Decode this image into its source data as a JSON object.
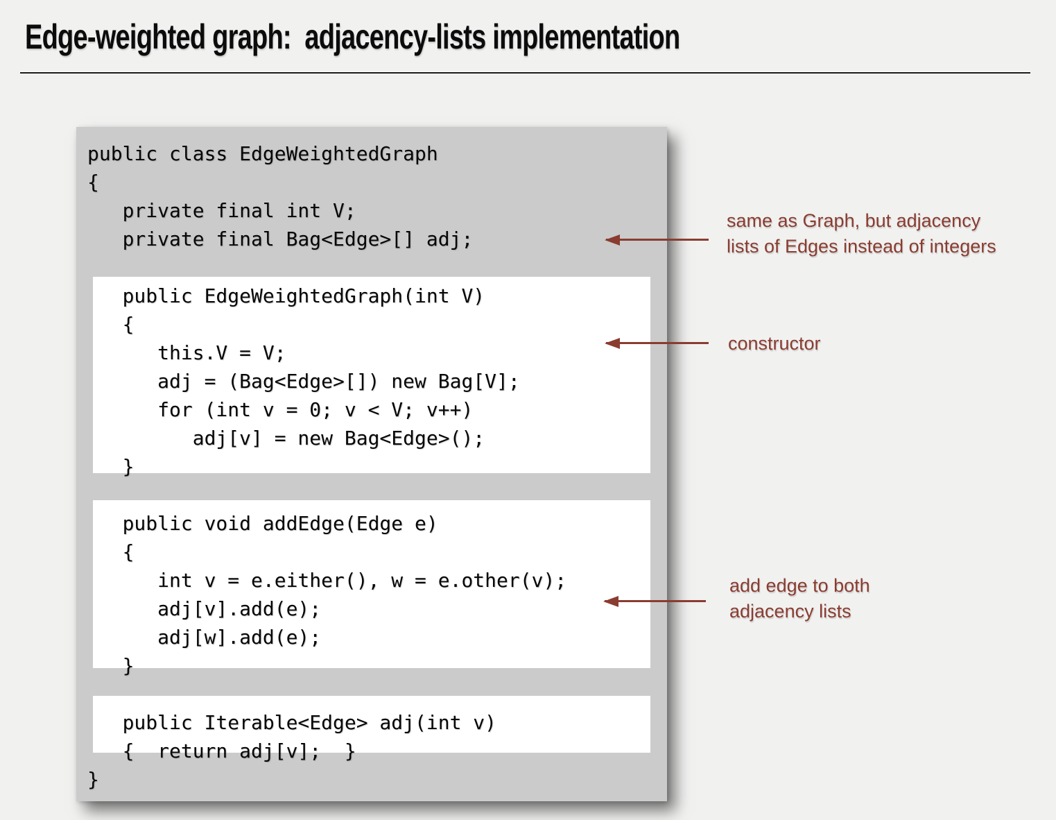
{
  "page": {
    "title": "Edge-weighted graph:  adjacency-lists implementation"
  },
  "code_panel": {
    "lines": [
      "public class EdgeWeightedGraph",
      "{",
      "   private final int V;",
      "   private final Bag<Edge>[] adj;",
      "",
      "   public EdgeWeightedGraph(int V)",
      "   {",
      "      this.V = V;",
      "      adj = (Bag<Edge>[]) new Bag[V];",
      "      for (int v = 0; v < V; v++)",
      "         adj[v] = new Bag<Edge>();",
      "   }",
      "",
      "   public void addEdge(Edge e)",
      "   {",
      "      int v = e.either(), w = e.other(v);",
      "      adj[v].add(e);",
      "      adj[w].add(e);",
      "   }",
      "",
      "   public Iterable<Edge> adj(int v)",
      "   {  return adj[v];  }",
      "}"
    ]
  },
  "annotations": {
    "same_as_graph": {
      "line1": "same as Graph, but adjacency",
      "line2": "lists of Edges instead of integers"
    },
    "constructor": {
      "line1": "constructor"
    },
    "add_edge": {
      "line1": "add edge to both",
      "line2": "adjacency lists"
    }
  },
  "colors": {
    "background": "#f1f1f0",
    "panel_gray": "#cbcbcb",
    "highlight_white": "#ffffff",
    "annotation_red": "#8a3c30",
    "text_black": "#0c0c0c"
  }
}
